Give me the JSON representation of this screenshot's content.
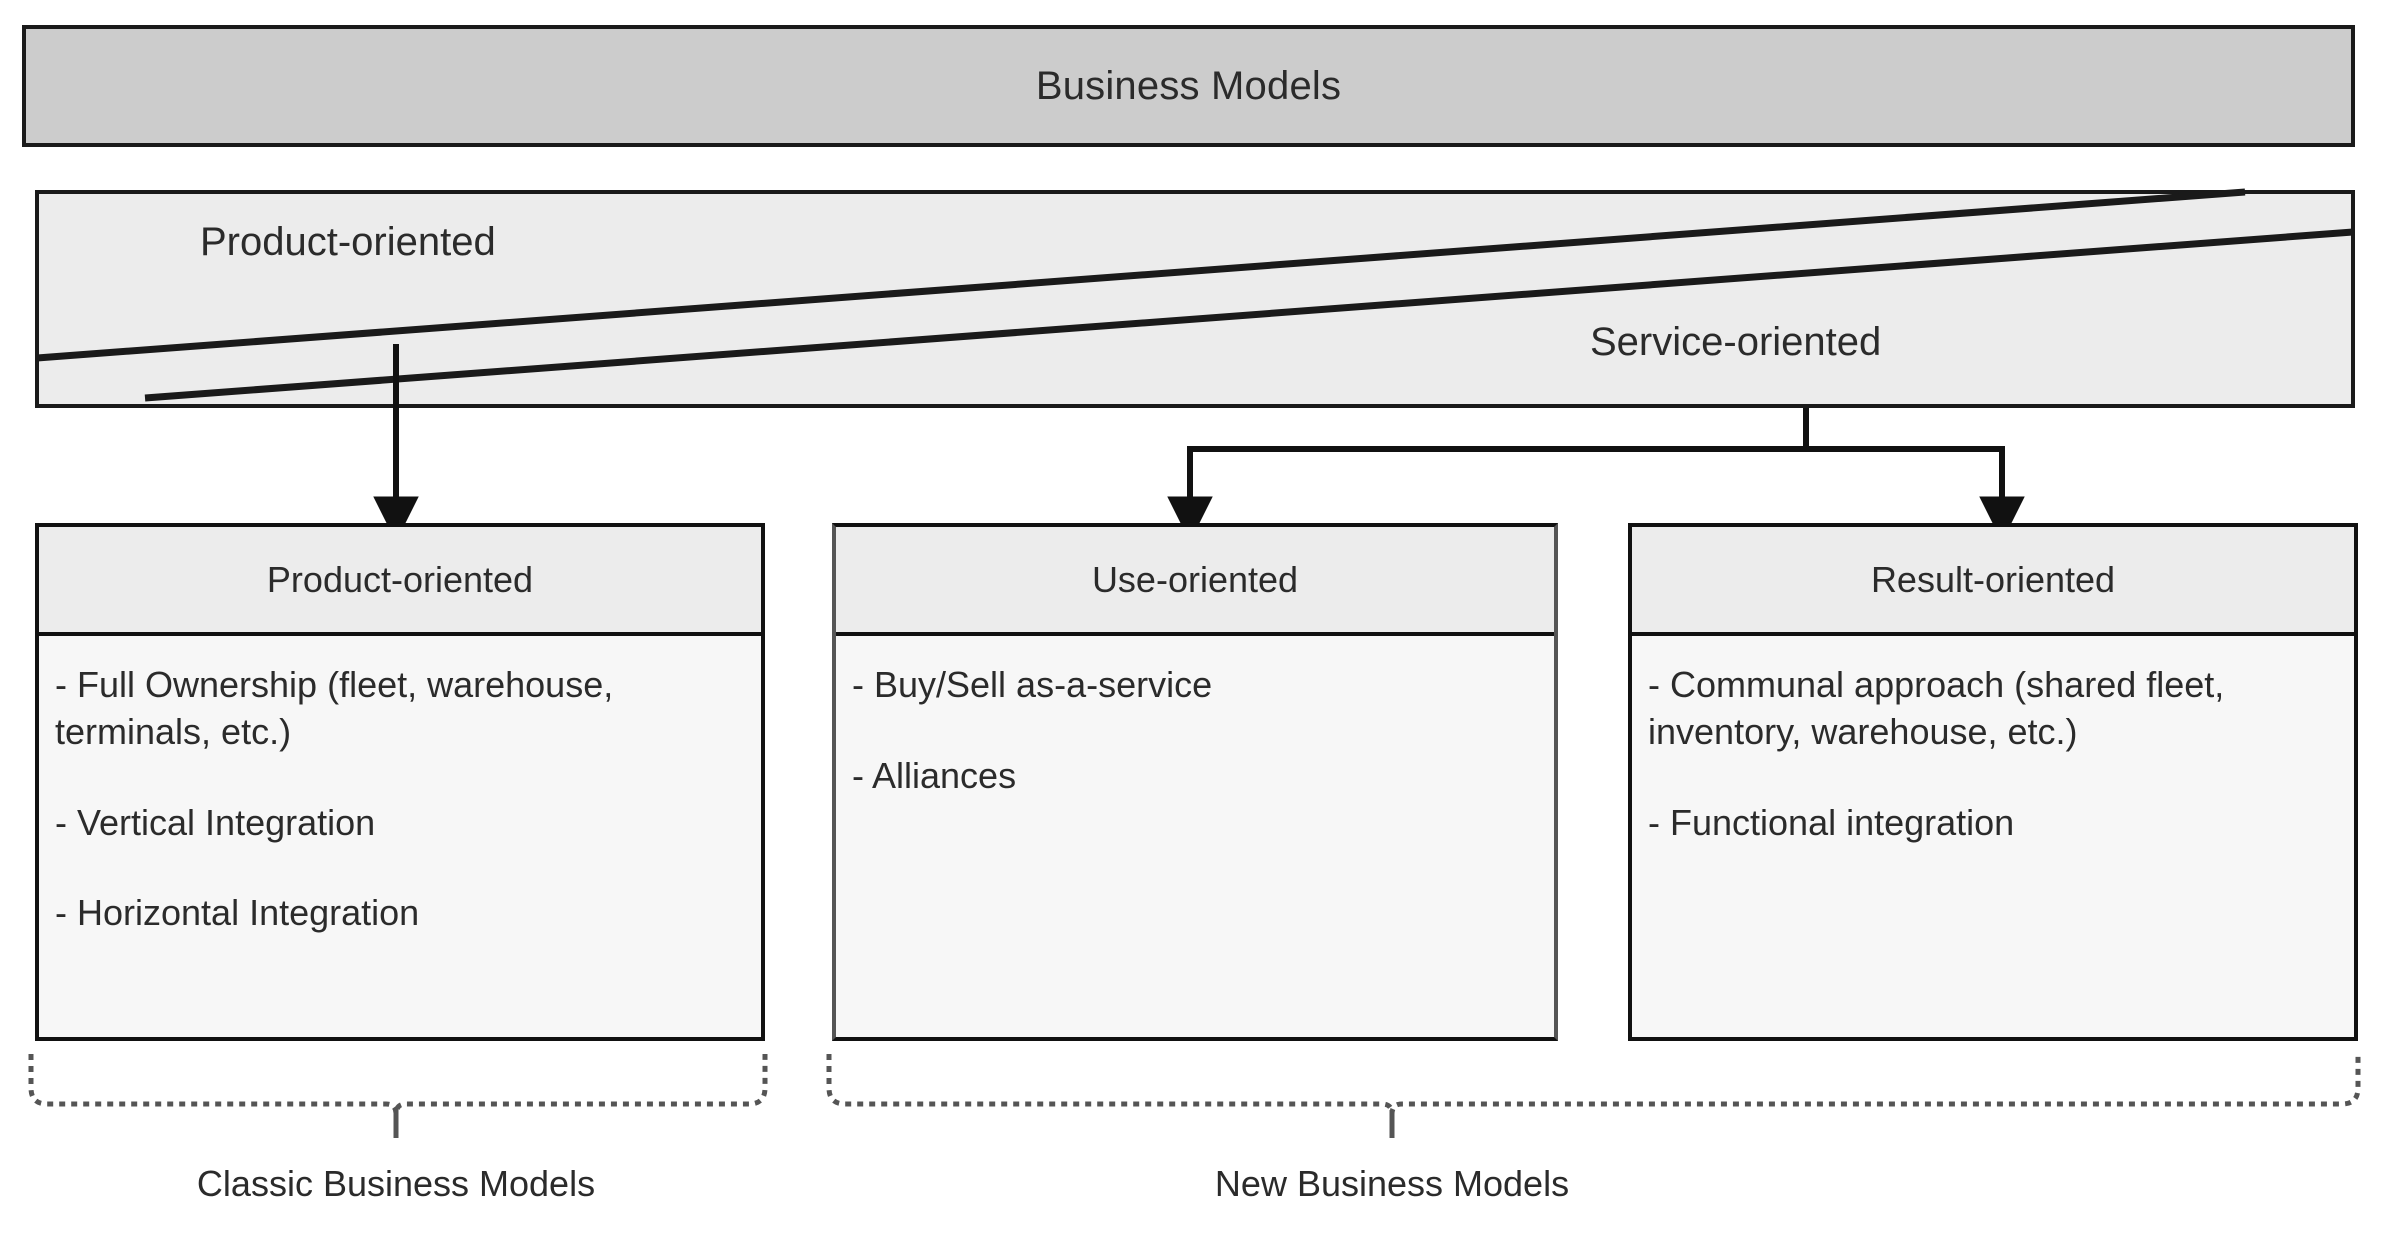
{
  "diagram": {
    "title": "Business Models",
    "spectrum": {
      "left_label": "Product-oriented",
      "right_label": "Service-oriented"
    },
    "categories": [
      {
        "key": "product-oriented",
        "header": "Product-oriented",
        "items": [
          "- Full Ownership (fleet, warehouse, terminals, etc.)",
          "- Vertical Integration",
          "- Horizontal Integration"
        ]
      },
      {
        "key": "use-oriented",
        "header": "Use-oriented",
        "items": [
          "- Buy/Sell as-a-service",
          "- Alliances"
        ]
      },
      {
        "key": "result-oriented",
        "header": "Result-oriented",
        "items": [
          "- Communal approach (shared fleet, inventory, warehouse, etc.)",
          "- Functional integration"
        ]
      }
    ],
    "groups": [
      {
        "key": "classic",
        "label": "Classic Business Models"
      },
      {
        "key": "new",
        "label": "New Business Models"
      }
    ],
    "colors": {
      "title_fill": "#cccccc",
      "banner_fill": "#ececec",
      "header_fill": "#ececec",
      "body_fill": "#f7f7f7",
      "stroke": "#111111",
      "text": "#2b2b2b",
      "brace": "#555555"
    }
  }
}
